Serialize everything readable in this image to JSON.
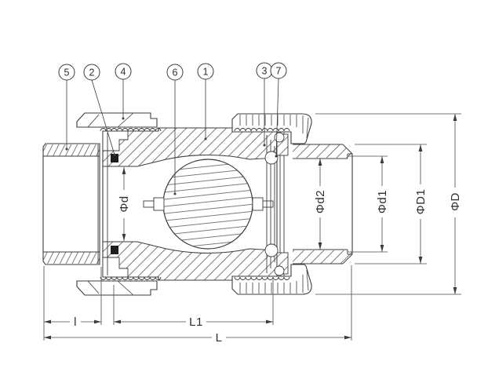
{
  "drawing": {
    "callouts": [
      {
        "number": "5"
      },
      {
        "number": "2"
      },
      {
        "number": "4"
      },
      {
        "number": "6"
      },
      {
        "number": "1"
      },
      {
        "number": "3"
      },
      {
        "number": "7"
      }
    ],
    "dim_labels": {
      "d": "Φd",
      "d2": "Φd2",
      "d1": "Φd1",
      "D1": "ΦD1",
      "D": "ΦD",
      "l": "l",
      "L1": "L1",
      "L": "L"
    },
    "colors": {
      "line": "#3c3c3c",
      "hatch": "#5a5a5a",
      "seal": "#1e1e1e",
      "background": "#ffffff"
    }
  }
}
